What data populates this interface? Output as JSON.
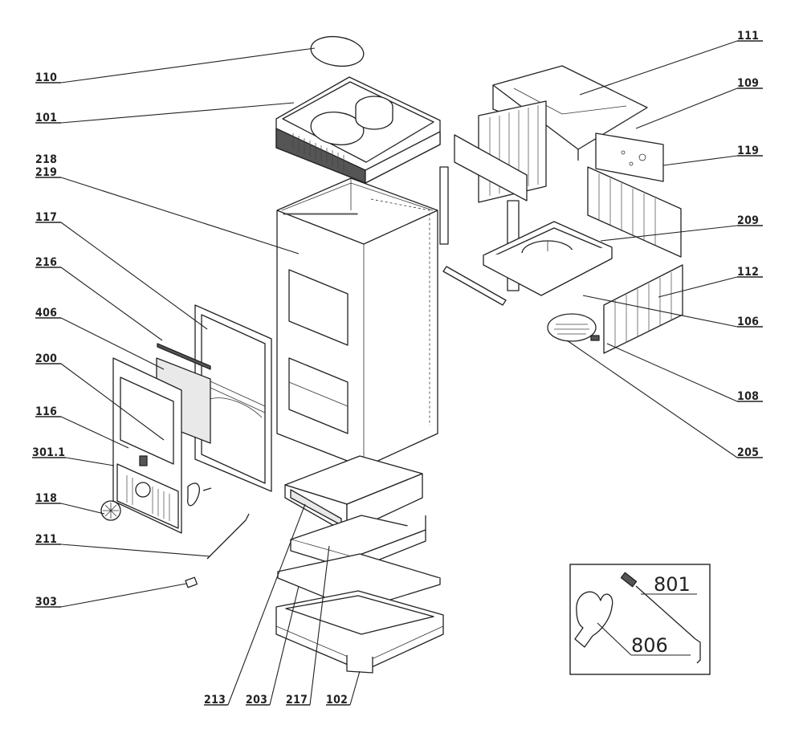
{
  "labels": {
    "l110": "110",
    "l101": "101",
    "l218": "218",
    "l219": "219",
    "l117": "117",
    "l216": "216",
    "l406": "406",
    "l200": "200",
    "l116": "116",
    "l301_1": "301.1",
    "l118": "118",
    "l211": "211",
    "l303": "303",
    "l111": "111",
    "l109": "109",
    "l119": "119",
    "l209": "209",
    "l112": "112",
    "l106": "106",
    "l108": "108",
    "l205": "205",
    "l213": "213",
    "l203": "203",
    "l217": "217",
    "l102": "102",
    "l801": "801",
    "l806": "806"
  }
}
